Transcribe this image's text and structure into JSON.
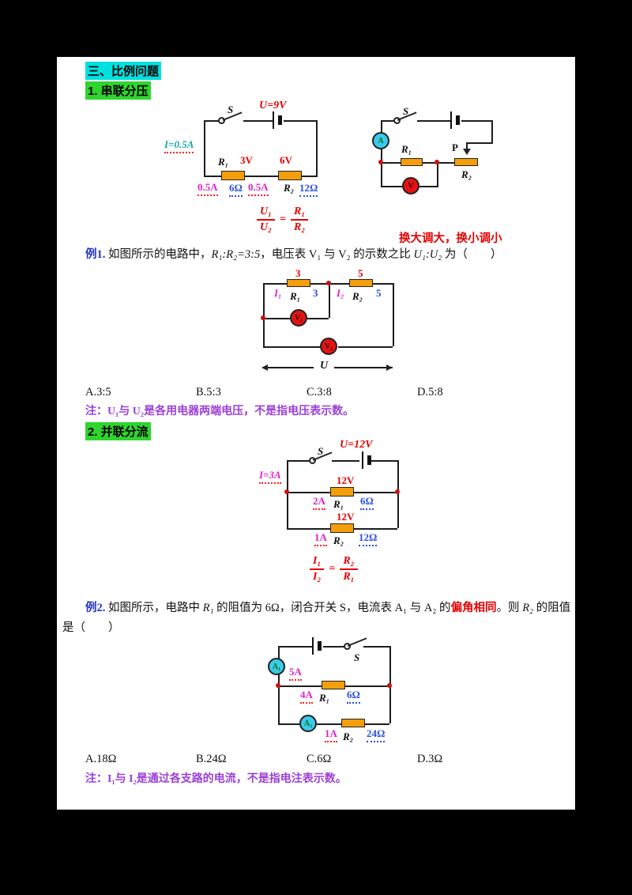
{
  "colors": {
    "highlight_cyan": "#00e0e0",
    "highlight_green": "#2ed52e",
    "red": "#e60000",
    "magenta": "#dd22cc",
    "blue": "#2a4fe0",
    "teal": "#12a9a9",
    "purple": "#9b3fd6",
    "resistor_orange": "#f59e0b"
  },
  "headers": {
    "section": "三、比例问题",
    "sub1": "1. 串联分压",
    "sub2": "2. 并联分流"
  },
  "formulas": {
    "f1": {
      "n1": "U₁",
      "d1": "U₂",
      "eq": "=",
      "n2": "R₁",
      "d2": "R₂"
    },
    "f2": {
      "n1": "I₁",
      "d1": "I₂",
      "eq": "=",
      "n2": "R₂",
      "d2": "R₁"
    },
    "tip": "换大调大，换小调小"
  },
  "circuitA": {
    "s": "S",
    "u": "U=9V",
    "i": "I=0.5A",
    "r1": "R₁",
    "u1": "3V",
    "u2": "6V",
    "i1": "0.5A",
    "o1": "6Ω",
    "i2": "0.5A",
    "r2": "R₂",
    "o2": "12Ω"
  },
  "circuitB": {
    "s": "S",
    "ammeter": "A",
    "r1": "R₁",
    "p": "P",
    "r2": "R₂",
    "voltmeter": "V"
  },
  "ex1": {
    "label": "例1.",
    "parts": [
      {
        "t": "如图所示的电路中，"
      },
      {
        "t": "R₁:R₂=3:5"
      },
      {
        "t": "，电压表 V₁ 与 V₂ 的示数之比 "
      },
      {
        "t": "U₁:U₂"
      },
      {
        "t": " 为（　　）"
      }
    ],
    "options": [
      "A.3:5",
      "B.5:3",
      "C.3:8",
      "D.5:8"
    ],
    "note": "注：U₁与 U₂是各用电器两端电压，不是指电压表示数。"
  },
  "circuitEx1": {
    "t1": "3",
    "t2": "5",
    "i1": "I₁",
    "r1": "R₁",
    "b1": "3",
    "i2": "I₂",
    "r2": "R₂",
    "b2": "5",
    "v1": "V₁",
    "v2": "V₂",
    "u": "U"
  },
  "circuitC": {
    "s": "S",
    "u": "U=12V",
    "i": "I=3A",
    "u1": "12V",
    "i1": "2A",
    "r1": "R₁",
    "o1": "6Ω",
    "u2": "12V",
    "i2": "1A",
    "r2": "R₂",
    "o2": "12Ω"
  },
  "ex2": {
    "label": "例2.",
    "parts": [
      {
        "t": "如图所示，电路中 "
      },
      {
        "t": "R₁"
      },
      {
        "t": " 的阻值为 6Ω，闭合开关 S，电流表 A₁ 与 A₂ 的"
      },
      {
        "t": "偏角相同"
      },
      {
        "t": "。则 "
      },
      {
        "t": "R₂"
      },
      {
        "t": " 的阻值"
      }
    ],
    "line2": "是（　　）",
    "options": [
      "A.18Ω",
      "B.24Ω",
      "C.6Ω",
      "D.3Ω"
    ],
    "note": "注：I₁与 I₂是通过各支路的电流，不是指电注表示数。"
  },
  "circuitD": {
    "s": "S",
    "a1": "A₁",
    "i1": "5A",
    "c1": "4A",
    "r1": "R₁",
    "o1": "6Ω",
    "a2": "A₂",
    "i2": "1A",
    "r2": "R₂",
    "o2": "24Ω"
  }
}
